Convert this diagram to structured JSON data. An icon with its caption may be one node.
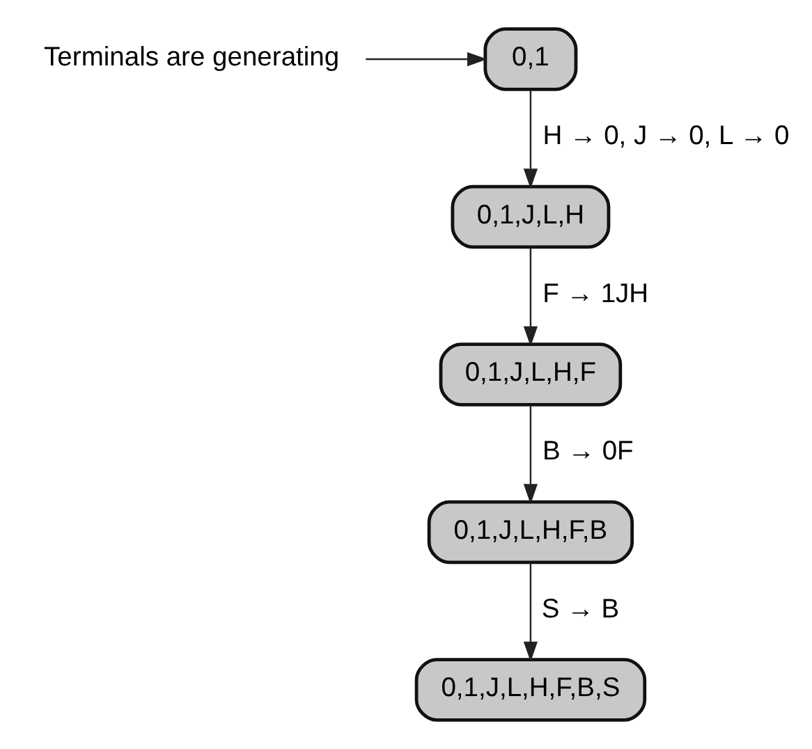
{
  "diagram": {
    "nodes": [
      {
        "text": [
          "0,1"
        ]
      },
      {
        "text": [
          "0,1,J,L,H"
        ]
      },
      {
        "text": [
          "0,1,J,L,H,F"
        ]
      },
      {
        "text": [
          "0,1,J,L,H,F,B"
        ]
      },
      {
        "text": [
          "0,1,J,L,H,F,B,S"
        ]
      },
      {
        "text": [
          "Terminals are generating"
        ]
      }
    ],
    "edges": [
      {
        "from": 5,
        "to": 0,
        "arrow": "to"
      },
      {
        "from": 0,
        "to": 1,
        "arrow": "to",
        "label": "H → 0, J → 0, L → 0"
      },
      {
        "from": 1,
        "to": 2,
        "arrow": "to",
        "label": "F → 1JH"
      },
      {
        "from": 2,
        "to": 3,
        "arrow": "to",
        "label": "B → 0F"
      },
      {
        "from": 3,
        "to": 4,
        "arrow": "to",
        "label": "S → B"
      }
    ]
  }
}
